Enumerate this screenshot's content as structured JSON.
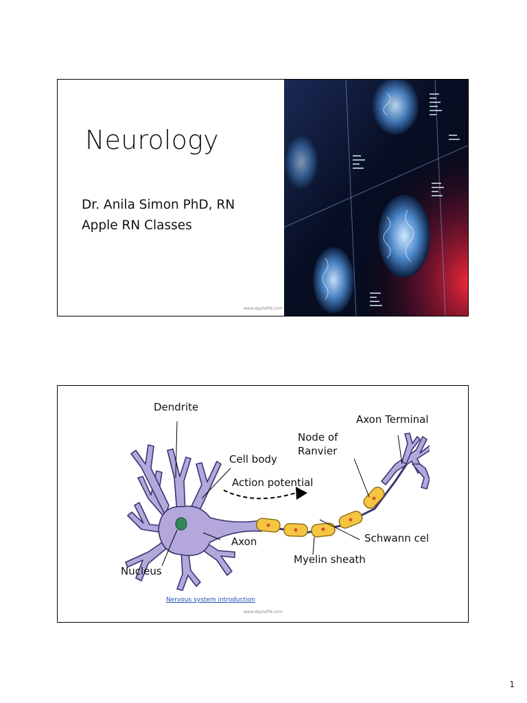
{
  "slide1": {
    "title": "Neurology",
    "author": "Dr. Anila Simon PhD, RN",
    "organization": "Apple RN Classes",
    "watermark": "www.AppleRN.com"
  },
  "slide2": {
    "diagram_labels": {
      "dendrite": "Dendrite",
      "cell_body": "Cell body",
      "action_potential": "Action potential",
      "node_of_ranvier_line1": "Node of",
      "node_of_ranvier_line2": "Ranvier",
      "axon_terminal": "Axon Terminal",
      "schwann_cell": "Schwann cell",
      "axon": "Axon",
      "myelin_sheath": "Myelin sheath",
      "nucleus": "Nucleus"
    },
    "link_text": "Nervous system introduction",
    "watermark": "www.AppleRN.com"
  },
  "page_number": "1",
  "colors": {
    "neuron_fill": "#b3a7dc",
    "neuron_stroke": "#3a3470",
    "nucleus_fill": "#2e8b57",
    "myelin_fill": "#f4c542",
    "myelin_stroke": "#8a6a10",
    "link": "#1f4fb8"
  }
}
